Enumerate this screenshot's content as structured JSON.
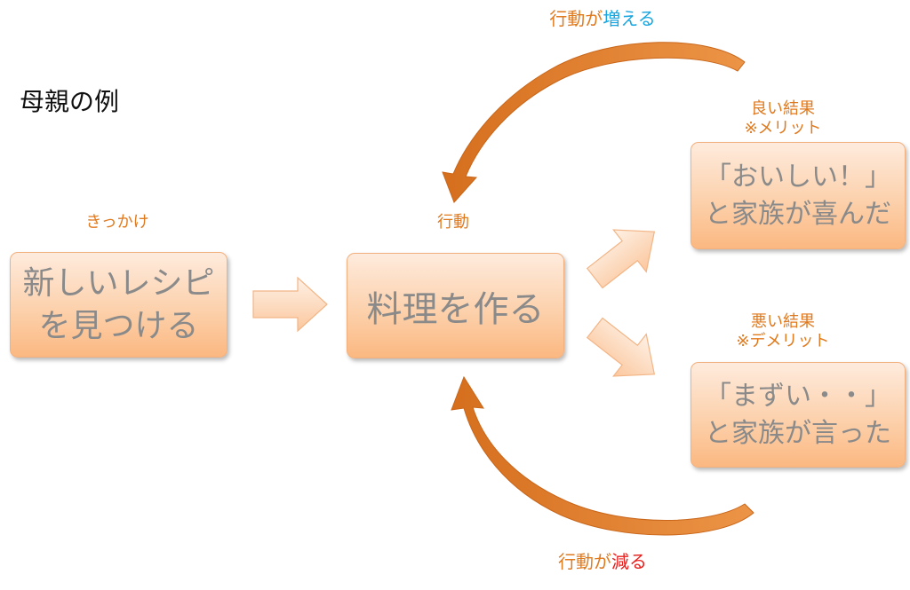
{
  "title": "母親の例",
  "labels": {
    "trigger": "きっかけ",
    "action": "行動",
    "good_result": "良い結果",
    "good_note": "※メリット",
    "bad_result": "悪い結果",
    "bad_note": "※デメリット",
    "increase_prefix": "行動が",
    "increase_word": "増える",
    "decrease_prefix": "行動が",
    "decrease_word": "減る"
  },
  "boxes": {
    "trigger_line1": "新しいレシピ",
    "trigger_line2": "を見つける",
    "action": "料理を作る",
    "good_line1": "「おいしい！」",
    "good_line2": "と家族が喜んだ",
    "bad_line1": "「まずい・・」",
    "bad_line2": "と家族が言った"
  },
  "colors": {
    "label_orange": "#E07A1F",
    "increase_blue": "#1AA6E0",
    "decrease_red": "#E8201E",
    "box_text": "#8a8a8a",
    "curved_arrow": "#E0822E"
  }
}
